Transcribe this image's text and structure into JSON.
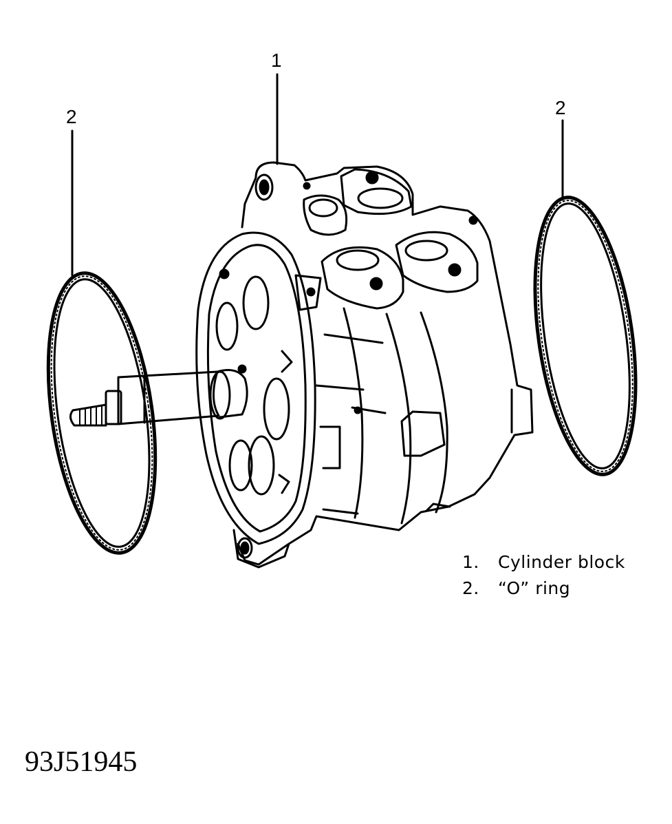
{
  "callouts": {
    "cylinder_block": "1",
    "o_ring_left": "2",
    "o_ring_right": "2"
  },
  "legend": [
    {
      "num": "1.",
      "label": "Cylinder block"
    },
    {
      "num": "2.",
      "label": "“O” ring"
    }
  ],
  "figure_id": "93J51945",
  "colors": {
    "ink": "#000000",
    "paper": "#ffffff"
  }
}
